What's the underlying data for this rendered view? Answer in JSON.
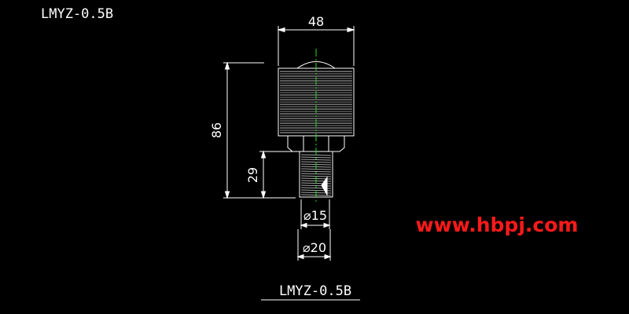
{
  "drawing": {
    "model_title": "LMYZ-0.5B",
    "model_caption": "LMYZ-0.5B",
    "website": "www.hbpj.com"
  },
  "dimensions": {
    "top_width": "48",
    "total_height": "86",
    "thread_height": "29",
    "inner_diameter": "⌀15",
    "outer_diameter": "⌀20"
  },
  "colors": {
    "background": "#000000",
    "line": "#ffffff",
    "centerline": "#22dd22",
    "website": "#ff1a1a"
  }
}
